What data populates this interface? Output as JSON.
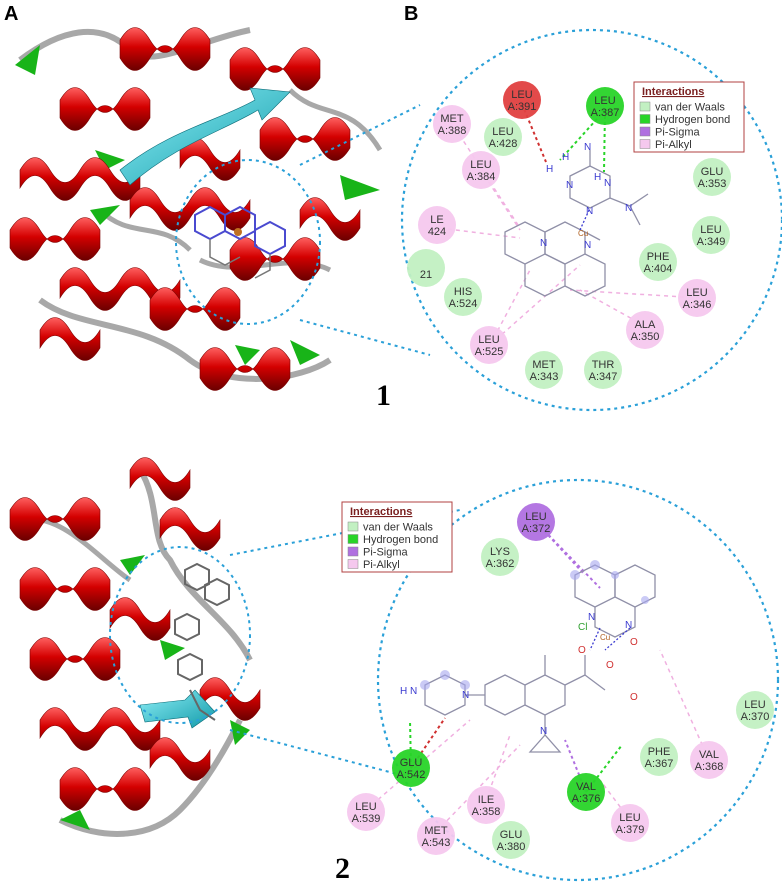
{
  "panels": {
    "A": "A",
    "B": "B",
    "fig1": "1",
    "fig2": "2"
  },
  "colors": {
    "van_der_waals": "#c2f0c2",
    "hydrogen_bond": "#28d428",
    "pi_sigma": "#b070e0",
    "pi_alkyl": "#f5c8ee",
    "unfavorable": "#e04040",
    "helix": "#d40000",
    "sheet": "#20c0d0",
    "turn": "#18b418",
    "coil": "#a8a8a8",
    "dotted": "#2aa0d8"
  },
  "legend": {
    "title": "Interactions",
    "items": [
      {
        "label": "van der Waals",
        "type": "van_der_waals"
      },
      {
        "label": "Hydrogen bond",
        "type": "hydrogen_bond"
      },
      {
        "label": "Pi-Sigma",
        "type": "pi_sigma"
      },
      {
        "label": "Pi-Alkyl",
        "type": "pi_alkyl"
      }
    ]
  },
  "residues_top": [
    {
      "id": "r1-391",
      "l1": "LEU",
      "l2": "A:391",
      "type": "unfavorable"
    },
    {
      "id": "r1-387",
      "l1": "LEU",
      "l2": "A:387",
      "type": "hydrogen_bond"
    },
    {
      "id": "r1-388",
      "l1": "MET",
      "l2": "A:388",
      "type": "pi_alkyl"
    },
    {
      "id": "r1-428",
      "l1": "LEU",
      "l2": "A:428",
      "type": "van_der_waals"
    },
    {
      "id": "r1-384",
      "l1": "LEU",
      "l2": "A:384",
      "type": "pi_alkyl"
    },
    {
      "id": "r1-353",
      "l1": "GLU",
      "l2": "A:353",
      "type": "van_der_waals"
    },
    {
      "id": "r1-424",
      "l1": "LE",
      "l2": "424",
      "type": "pi_alkyl"
    },
    {
      "id": "r1-349",
      "l1": "LEU",
      "l2": "A:349",
      "type": "van_der_waals"
    },
    {
      "id": "r1-404",
      "l1": "PHE",
      "l2": "A:404",
      "type": "van_der_waals"
    },
    {
      "id": "r1-21",
      "l1": "",
      "l2": "21",
      "type": "van_der_waals"
    },
    {
      "id": "r1-524",
      "l1": "HIS",
      "l2": "A:524",
      "type": "van_der_waals"
    },
    {
      "id": "r1-346",
      "l1": "LEU",
      "l2": "A:346",
      "type": "pi_alkyl"
    },
    {
      "id": "r1-350",
      "l1": "ALA",
      "l2": "A:350",
      "type": "pi_alkyl"
    },
    {
      "id": "r1-525",
      "l1": "LEU",
      "l2": "A:525",
      "type": "pi_alkyl"
    },
    {
      "id": "r1-343",
      "l1": "MET",
      "l2": "A:343",
      "type": "van_der_waals"
    },
    {
      "id": "r1-347",
      "l1": "THR",
      "l2": "A:347",
      "type": "van_der_waals"
    }
  ],
  "residues_bottom": [
    {
      "id": "r2-372",
      "l1": "LEU",
      "l2": "A:372",
      "type": "pi_sigma"
    },
    {
      "id": "r2-362",
      "l1": "LYS",
      "l2": "A:362",
      "type": "van_der_waals"
    },
    {
      "id": "r2-370",
      "l1": "LEU",
      "l2": "A:370",
      "type": "van_der_waals"
    },
    {
      "id": "r2-367",
      "l1": "PHE",
      "l2": "A:367",
      "type": "van_der_waals"
    },
    {
      "id": "r2-368",
      "l1": "VAL",
      "l2": "A:368",
      "type": "pi_alkyl"
    },
    {
      "id": "r2-542",
      "l1": "GLU",
      "l2": "A:542",
      "type": "hydrogen_bond"
    },
    {
      "id": "r2-376",
      "l1": "VAL",
      "l2": "A:376",
      "type": "hydrogen_bond"
    },
    {
      "id": "r2-539",
      "l1": "LEU",
      "l2": "A:539",
      "type": "pi_alkyl"
    },
    {
      "id": "r2-358",
      "l1": "ILE",
      "l2": "A:358",
      "type": "pi_alkyl"
    },
    {
      "id": "r2-379",
      "l1": "LEU",
      "l2": "A:379",
      "type": "pi_alkyl"
    },
    {
      "id": "r2-543",
      "l1": "MET",
      "l2": "A:543",
      "type": "pi_alkyl"
    },
    {
      "id": "r2-380",
      "l1": "GLU",
      "l2": "A:380",
      "type": "van_der_waals"
    }
  ],
  "atoms_top": {
    "n": "N",
    "h": "H",
    "cu": "Cu"
  },
  "atoms_bottom": {
    "n": "N",
    "h": "H",
    "o": "O",
    "cl": "Cl",
    "cu": "Cu"
  }
}
